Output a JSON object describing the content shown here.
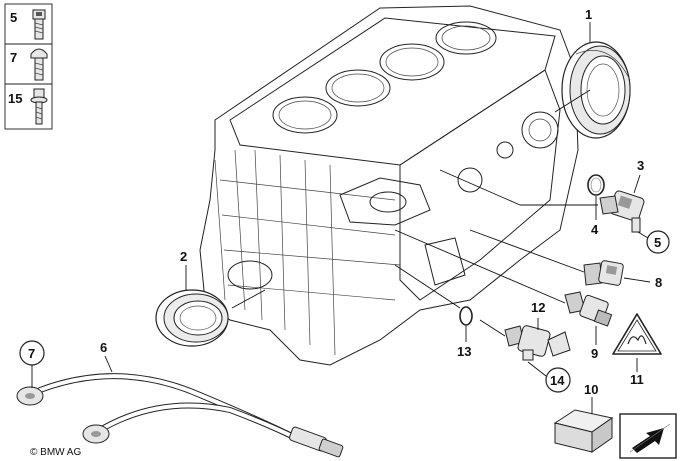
{
  "legend_parts": [
    {
      "number": "5",
      "icon": "hex-socket-bolt-icon"
    },
    {
      "number": "7",
      "icon": "hex-bolt-icon"
    },
    {
      "number": "15",
      "icon": "flange-bolt-icon"
    }
  ],
  "callouts": {
    "c1": "1",
    "c2": "2",
    "c3": "3",
    "c4": "4",
    "c5": "5",
    "c6": "6",
    "c7": "7",
    "c8": "8",
    "c9": "9",
    "c10": "10",
    "c11": "11",
    "c12": "12",
    "c13": "13",
    "c14": "14"
  },
  "copyright": "© BMW AG"
}
